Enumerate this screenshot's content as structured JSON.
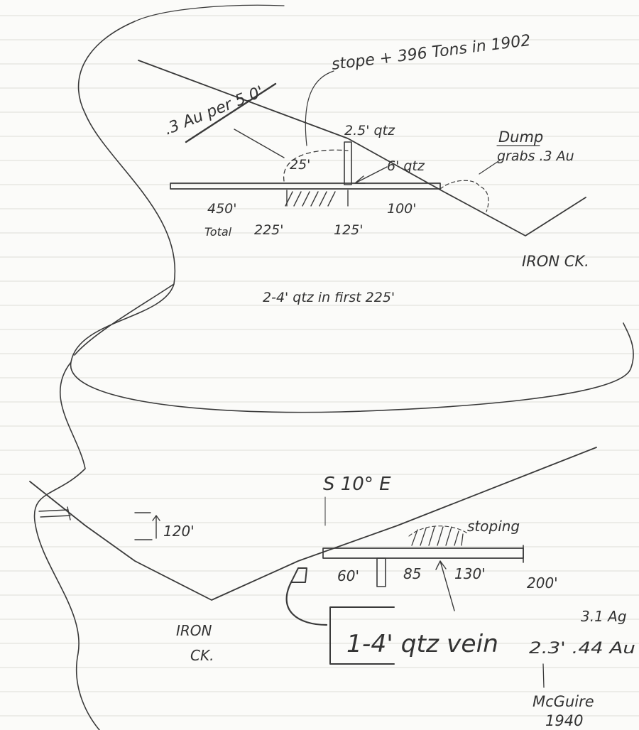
{
  "sketch_top": {
    "assay_left": ".3 Au per 5.0'",
    "stope_note": "stope + 396 Tons in 1902",
    "qtz_shaft_top": "2.5' qtz",
    "raise_25": "25'",
    "qtz_6": "6' qtz",
    "dump": "Dump",
    "dump_grab": "grabs .3 Au",
    "dist_450": "450'",
    "total": "Total",
    "dist_225": "225'",
    "dist_125": "125'",
    "dist_100": "100'",
    "creek": "IRON CK.",
    "note_bottom": "2-4' qtz in first 225'"
  },
  "sketch_bottom": {
    "bearing": "S 10° E",
    "height_120": "120'",
    "stoping": "stoping",
    "dist_60": "60'",
    "dist_85": "85",
    "dist_130": "130'",
    "dist_200": "200'",
    "creek_1": "IRON",
    "creek_2": "CK.",
    "vein_box": "1-4' qtz vein",
    "assay_ag": "3.1 Ag",
    "assay_au": "2.3' .44 Au",
    "source_1": "McGuire",
    "source_2": "1940"
  }
}
